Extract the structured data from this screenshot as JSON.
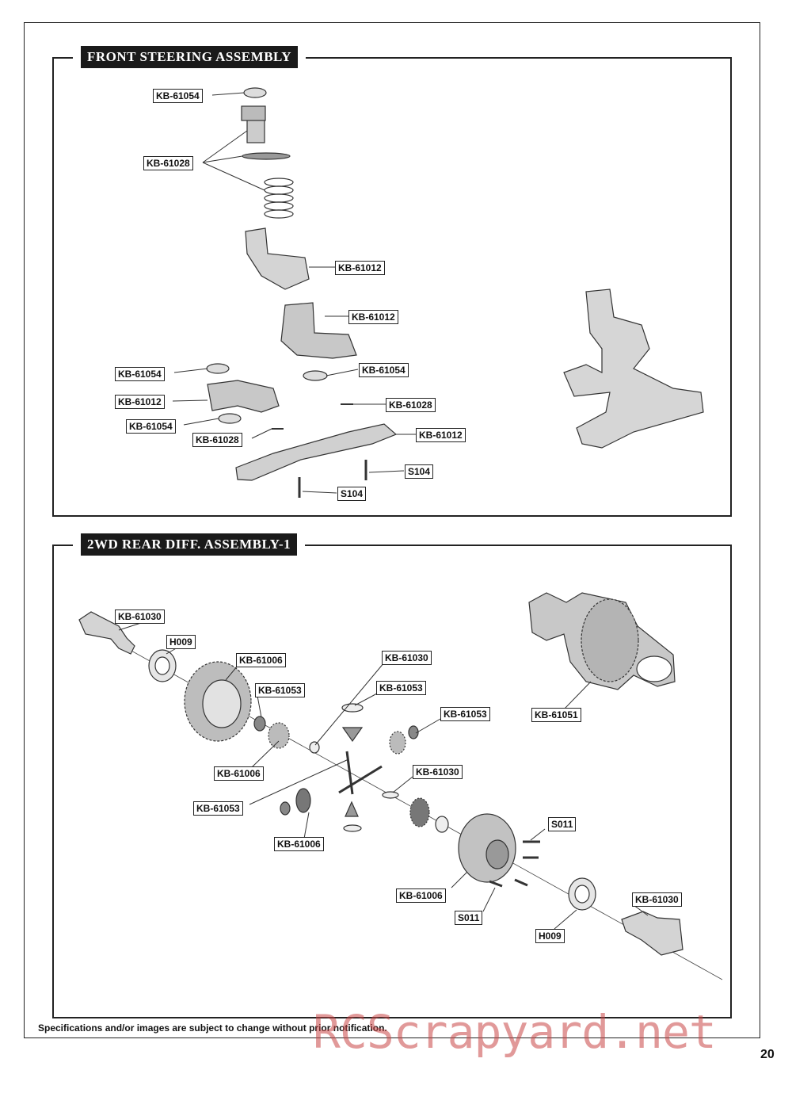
{
  "sections": {
    "front": {
      "title": "FRONT STEERING ASSEMBLY"
    },
    "rear": {
      "title": "2WD REAR DIFF. ASSEMBLY-1"
    }
  },
  "front_labels": [
    "KB-61054",
    "KB-61028",
    "KB-61012",
    "KB-61012",
    "KB-61054",
    "KB-61054",
    "KB-61012",
    "KB-61054",
    "KB-61028",
    "KB-61028",
    "KB-61012",
    "S104",
    "S104"
  ],
  "rear_labels": [
    "KB-61030",
    "H009",
    "KB-61006",
    "KB-61053",
    "KB-61030",
    "KB-61053",
    "KB-61053",
    "KB-61051",
    "KB-61006",
    "KB-61030",
    "KB-61053",
    "KB-61006",
    "S011",
    "KB-61006",
    "S011",
    "KB-61030",
    "H009"
  ],
  "footer": {
    "note": "Specifications and/or images are subject to change without prior notification.",
    "page_number": "20"
  },
  "watermark": {
    "text": "RCScrapyard.net"
  }
}
